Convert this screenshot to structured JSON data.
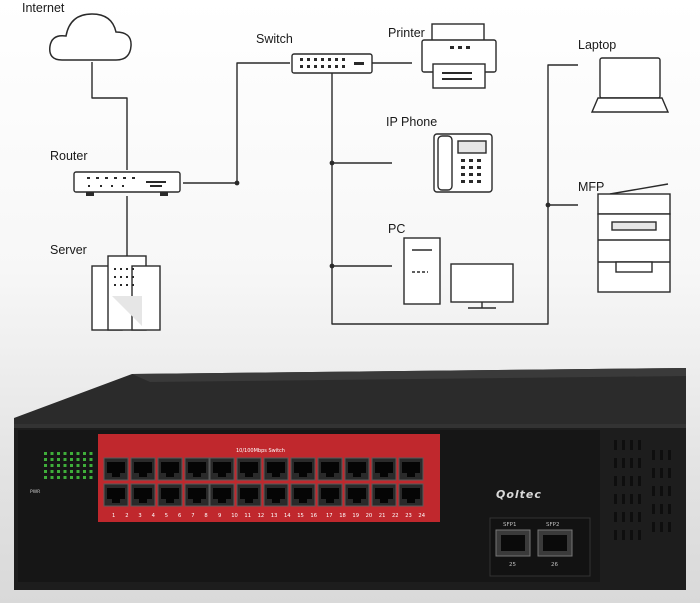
{
  "diagram": {
    "labels": {
      "internet": "Internet",
      "switch": "Switch",
      "printer": "Printer",
      "laptop": "Laptop",
      "router": "Router",
      "ip_phone": "IP Phone",
      "mfp": "MFP",
      "server": "Server",
      "pc": "PC"
    }
  },
  "device": {
    "brand": "Qoltec",
    "pwr_label": "PWR",
    "banner_text": "10/100Mbps Switch",
    "port_labels": [
      "1",
      "2",
      "3",
      "4",
      "5",
      "6",
      "7",
      "8",
      "9",
      "10",
      "11",
      "12",
      "13",
      "14",
      "15",
      "16",
      "17",
      "18",
      "19",
      "20",
      "21",
      "22",
      "23",
      "24"
    ],
    "sfp_labels": [
      "SFP1",
      "SFP2"
    ],
    "sfp_numbers": [
      "25",
      "26"
    ],
    "colors": {
      "body": "#1f1f1f",
      "port_panel": "#c0282d",
      "led": "#3fae3a"
    }
  }
}
